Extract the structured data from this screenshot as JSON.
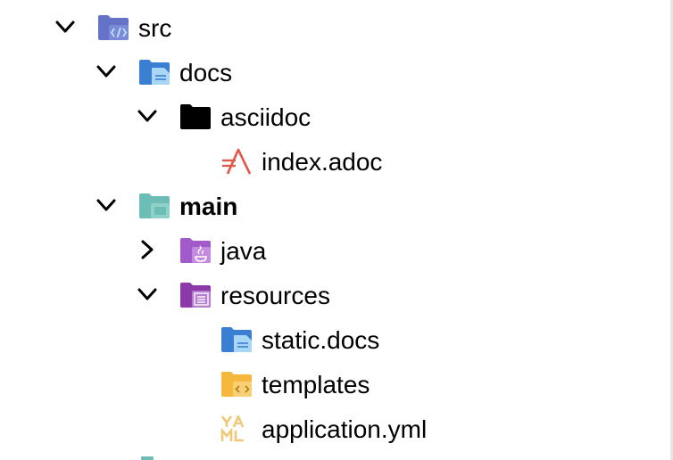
{
  "tree": {
    "items": [
      {
        "label": "src",
        "icon": "source-folder-icon",
        "expanded": true,
        "has_children": true,
        "bold": false
      },
      {
        "label": "docs",
        "icon": "docs-folder-icon",
        "expanded": true,
        "has_children": true,
        "bold": false
      },
      {
        "label": "asciidoc",
        "icon": "folder-icon",
        "expanded": true,
        "has_children": true,
        "bold": false
      },
      {
        "label": "index.adoc",
        "icon": "asciidoc-file-icon",
        "has_children": false,
        "bold": false
      },
      {
        "label": "main",
        "icon": "module-folder-icon",
        "expanded": true,
        "has_children": true,
        "bold": true
      },
      {
        "label": "java",
        "icon": "java-folder-icon",
        "expanded": false,
        "has_children": true,
        "bold": false
      },
      {
        "label": "resources",
        "icon": "resources-folder-icon",
        "expanded": true,
        "has_children": true,
        "bold": false
      },
      {
        "label": "static.docs",
        "icon": "docs-folder-icon",
        "has_children": false,
        "bold": false
      },
      {
        "label": "templates",
        "icon": "templates-folder-icon",
        "has_children": false,
        "bold": false
      },
      {
        "label": "application.yml",
        "icon": "yaml-file-icon",
        "has_children": false,
        "bold": false
      }
    ]
  },
  "colors": {
    "source_folder": "#6472c8",
    "docs_folder": "#3b7fd3",
    "docs_sheet": "#a9d6f5",
    "plain_folder": "#000000",
    "asciidoc": "#e0584a",
    "module_folder": "#6bbdb5",
    "java_folder": "#a259c9",
    "resources_folder": "#8b3aa8",
    "templates_folder": "#f5b83d",
    "yaml": "#f0c87a"
  }
}
